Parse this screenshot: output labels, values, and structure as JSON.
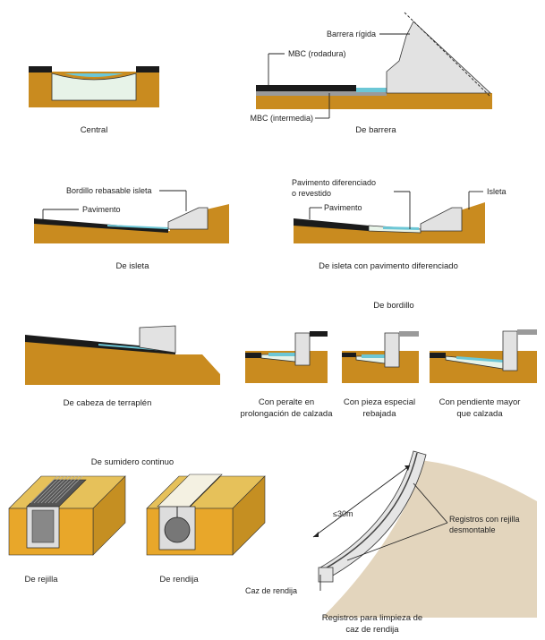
{
  "title": "",
  "labels": {
    "barrera_rigida": "Barrera rígida",
    "mbc_rodadura": "MBC (rodadura)",
    "mbc_intermedia": "MBC (intermedia)",
    "bordillo_isleta": "Bordillo rebasable isleta",
    "pavimento_1": "Pavimento",
    "pav_dif_line1": "Pavimento diferenciado",
    "pav_dif_line2": "o revestido",
    "pavimento_2": "Pavimento",
    "isleta": "Isleta",
    "de_bordillo": "De bordillo",
    "de_sumidero": "De sumidero continuo",
    "le30m": "≤30m",
    "registros_line1": "Registros con rejilla",
    "registros_line2": "desmontable",
    "caz_rendija": "Caz de rendija"
  },
  "captions": {
    "central": "Central",
    "de_barrera": "De barrera",
    "de_isleta": "De isleta",
    "de_isleta_pav": "De isleta con pavimento diferenciado",
    "cabeza_terraplen": "De cabeza de terraplén",
    "peralte_1": "Con peralte en",
    "peralte_2": "prolongación de calzada",
    "pieza_1": "Con pieza especial",
    "pieza_2": "rebajada",
    "pendiente_1": "Con pendiente mayor",
    "pendiente_2": "que calzada",
    "rejilla": "De rejilla",
    "rendija": "De rendija",
    "limpieza_1": "Registros para limpieza de",
    "limpieza_2": "caz de rendija"
  },
  "colors": {
    "soil": "#c98b1f",
    "asphalt": "#1b1b1b",
    "water": "#6cc7d6",
    "concrete": "#e2e2e2"
  }
}
